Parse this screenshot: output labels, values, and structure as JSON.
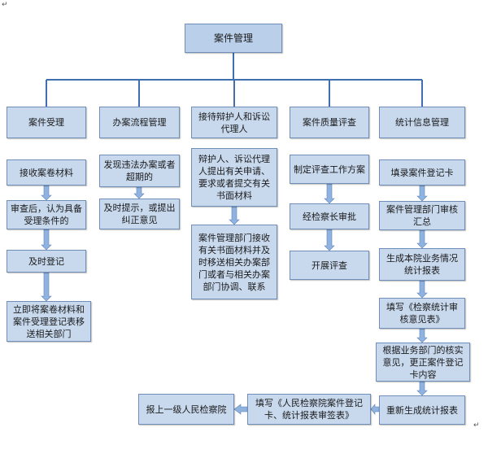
{
  "diagram": {
    "root": "案件管理",
    "columns": [
      {
        "head": "案件受理",
        "steps": [
          "接收案卷材料",
          "审查后，认为具备受理条件的",
          "及时登记",
          "立即将案卷材料和案件受理登记表移送相关部门"
        ]
      },
      {
        "head": "办案流程管理",
        "steps": [
          "发现违法办案或者超期的",
          "及时提示，或提出纠正意见"
        ]
      },
      {
        "head": "接待辩护人和诉讼代理人",
        "steps": [
          "辩护人、诉讼代理人提出有关申请、要求或者提交有关书面材料",
          "案件管理部门接收有关书面材料并及时移送相关办案部门或者与相关办案部门协调、联系"
        ]
      },
      {
        "head": "案件质量评查",
        "steps": [
          "制定评查工作方案",
          "经检察长审批",
          "开展评查"
        ]
      },
      {
        "head": "统计信息管理",
        "steps": [
          "填录案件登记卡",
          "案件管理部门审核汇总",
          "生成本院业务情况统计报表",
          "填写《检察统计审核意见表》",
          "根据业务部门的核实意见，更正案件登记卡内容",
          "重新生成统计报表"
        ]
      }
    ],
    "tail": [
      "填写《人民检察院案件登记卡、统计报表审签表》",
      "报上一级人民检察院"
    ]
  },
  "colors": {
    "box_fill": "#c8d9ee",
    "box_border": "#6f8fb8",
    "connector": "#3f6fb0",
    "arrow": "#8fb2df"
  },
  "marks": {
    "para": "↵"
  }
}
